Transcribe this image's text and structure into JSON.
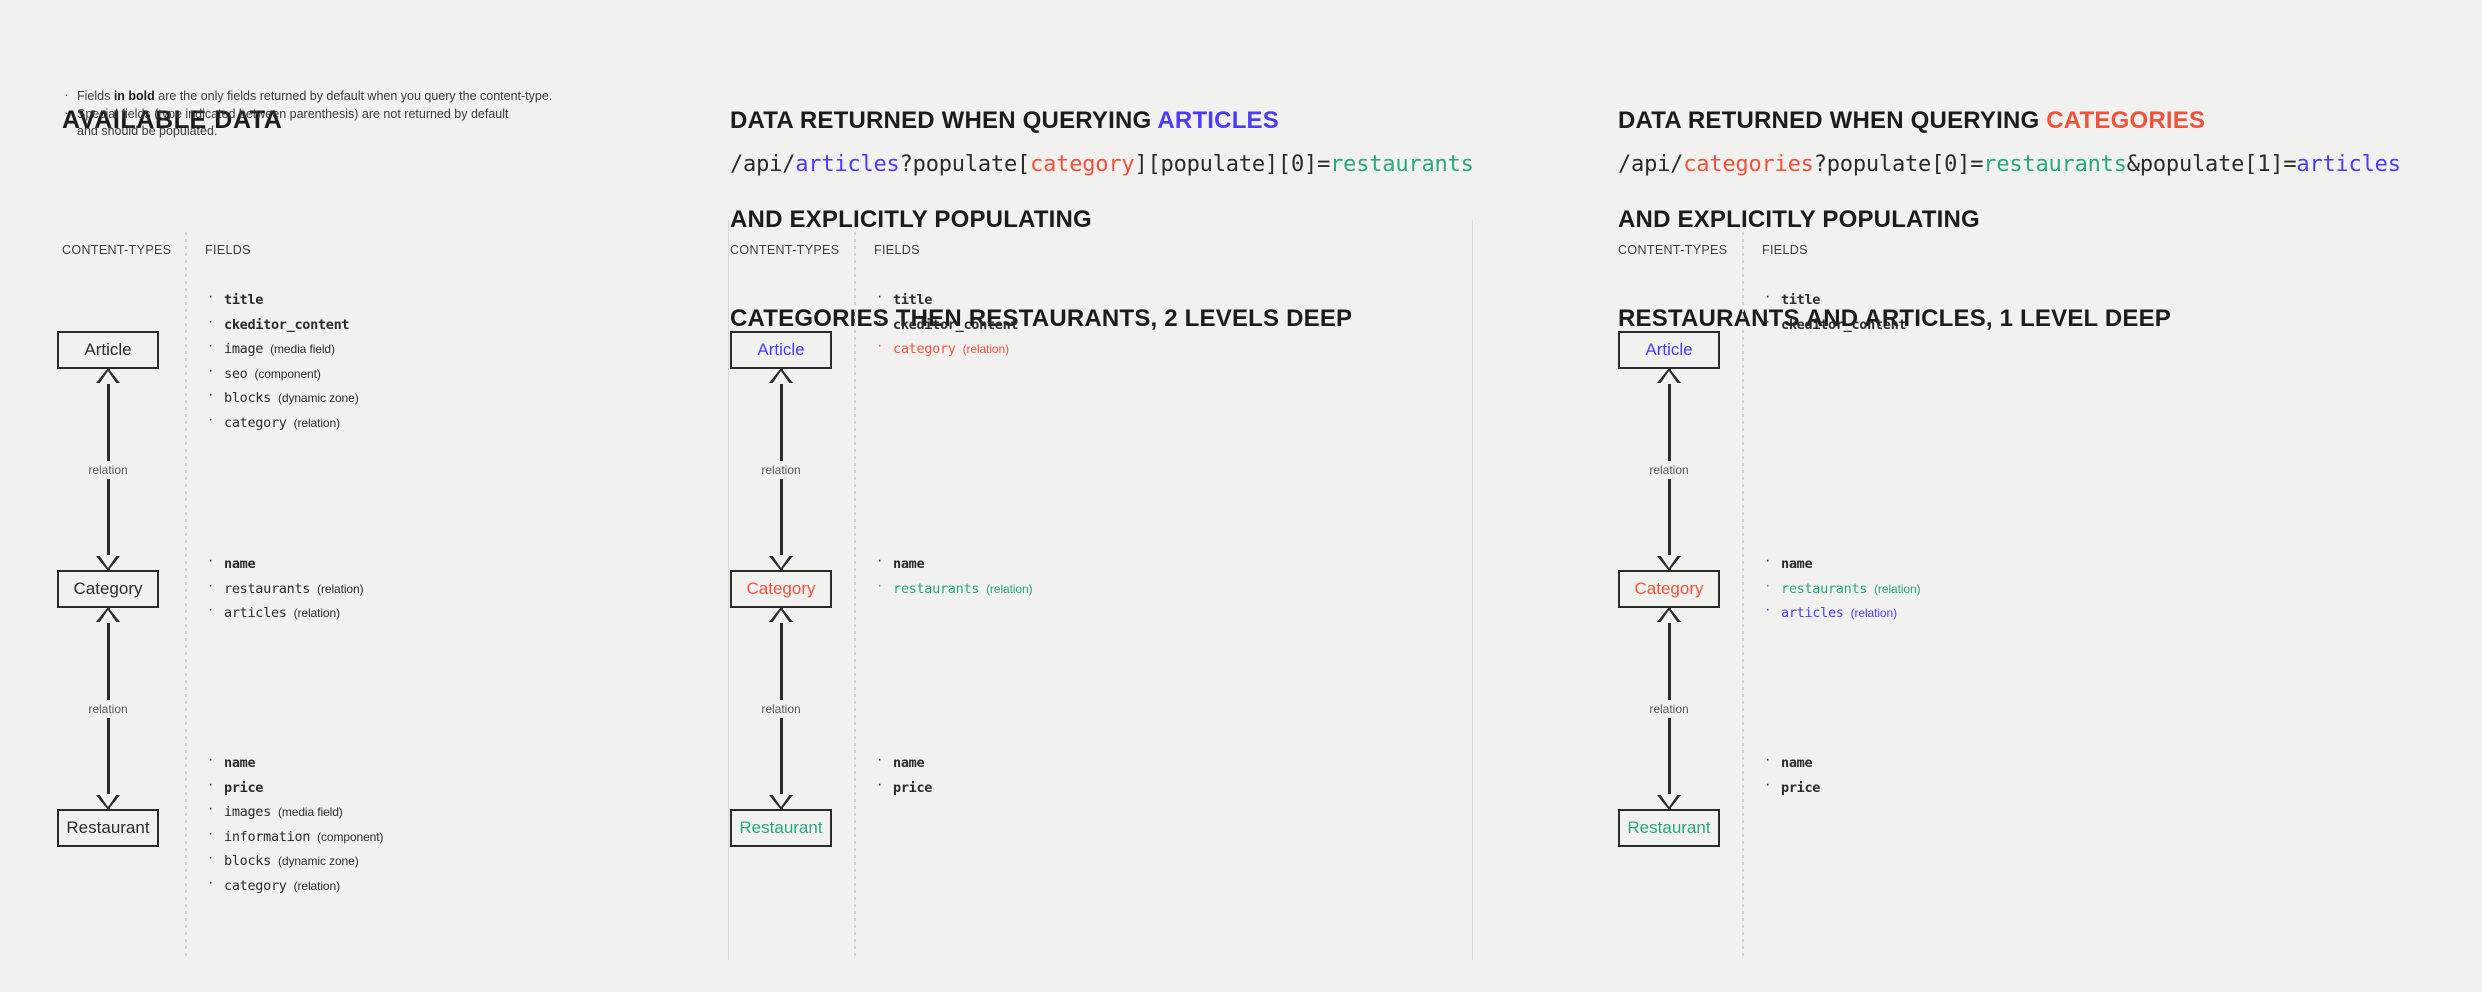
{
  "colors": {
    "background": "#f1f1f0",
    "text": "#2b2b2b",
    "articles_blue": "#4b3bfb",
    "categories_red": "#f4523b",
    "restaurants_teal": "#2aa882"
  },
  "panels": [
    {
      "id": "available",
      "title_lines": [
        {
          "text": "AVAILABLE DATA",
          "color": "default"
        }
      ],
      "notes": [
        {
          "prefix": "Fields ",
          "bold": "in bold",
          "suffix": " are the only fields returned by default when you query the content-type."
        },
        {
          "prefix": "",
          "bold": "",
          "suffix": "Special fields (type indicated between parenthesis) are not returned by default\nand should be populated."
        }
      ],
      "url": null,
      "col_label_content_types": "CONTENT-TYPES",
      "col_label_fields": "FIELDS",
      "entities": [
        {
          "name": "Article",
          "color": "default"
        },
        {
          "name": "Category",
          "color": "default"
        },
        {
          "name": "Restaurant",
          "color": "default"
        }
      ],
      "relations": [
        "relation",
        "relation"
      ],
      "field_groups": [
        [
          {
            "name": "title",
            "type": "",
            "bold": true,
            "color": "default"
          },
          {
            "name": "ckeditor_content",
            "type": "",
            "bold": true,
            "color": "default"
          },
          {
            "name": "image",
            "type": "(media field)",
            "bold": false,
            "color": "default"
          },
          {
            "name": "seo",
            "type": "(component)",
            "bold": false,
            "color": "default"
          },
          {
            "name": "blocks",
            "type": "(dynamic zone)",
            "bold": false,
            "color": "default"
          },
          {
            "name": "category",
            "type": "(relation)",
            "bold": false,
            "color": "default"
          }
        ],
        [
          {
            "name": "name",
            "type": "",
            "bold": true,
            "color": "default"
          },
          {
            "name": "restaurants",
            "type": "(relation)",
            "bold": false,
            "color": "default"
          },
          {
            "name": "articles",
            "type": "(relation)",
            "bold": false,
            "color": "default"
          }
        ],
        [
          {
            "name": "name",
            "type": "",
            "bold": true,
            "color": "default"
          },
          {
            "name": "price",
            "type": "",
            "bold": true,
            "color": "default"
          },
          {
            "name": "images",
            "type": "(media field)",
            "bold": false,
            "color": "default"
          },
          {
            "name": "information",
            "type": "(component)",
            "bold": false,
            "color": "default"
          },
          {
            "name": "blocks",
            "type": "(dynamic zone)",
            "bold": false,
            "color": "default"
          },
          {
            "name": "category",
            "type": "(relation)",
            "bold": false,
            "color": "default"
          }
        ]
      ]
    },
    {
      "id": "articles",
      "title_lines": [
        {
          "text": "DATA RETURNED WHEN QUERYING ",
          "accent": "ARTICLES",
          "accent_color": "blue"
        },
        {
          "text": "AND EXPLICITLY POPULATING",
          "accent": "",
          "accent_color": "default"
        },
        {
          "text": "CATEGORIES THEN RESTAURANTS, 2 LEVELS DEEP",
          "accent": "",
          "accent_color": "default"
        }
      ],
      "url_parts": [
        {
          "text": "/api/",
          "color": "default"
        },
        {
          "text": "articles",
          "color": "blue"
        },
        {
          "text": "?populate[",
          "color": "default"
        },
        {
          "text": "category",
          "color": "red"
        },
        {
          "text": "][populate][0]=",
          "color": "default"
        },
        {
          "text": "restaurants",
          "color": "teal"
        }
      ],
      "col_label_content_types": "CONTENT-TYPES",
      "col_label_fields": "FIELDS",
      "entities": [
        {
          "name": "Article",
          "color": "blue"
        },
        {
          "name": "Category",
          "color": "red"
        },
        {
          "name": "Restaurant",
          "color": "teal"
        }
      ],
      "relations": [
        "relation",
        "relation"
      ],
      "field_groups": [
        [
          {
            "name": "title",
            "type": "",
            "bold": true,
            "color": "default"
          },
          {
            "name": "ckeditor_content",
            "type": "",
            "bold": true,
            "color": "default"
          },
          {
            "name": "category",
            "type": "(relation)",
            "bold": false,
            "color": "red"
          }
        ],
        [
          {
            "name": "name",
            "type": "",
            "bold": true,
            "color": "default"
          },
          {
            "name": "restaurants",
            "type": "(relation)",
            "bold": false,
            "color": "teal"
          }
        ],
        [
          {
            "name": "name",
            "type": "",
            "bold": true,
            "color": "default"
          },
          {
            "name": "price",
            "type": "",
            "bold": true,
            "color": "default"
          }
        ]
      ]
    },
    {
      "id": "categories",
      "title_lines": [
        {
          "text": "DATA RETURNED WHEN QUERYING ",
          "accent": "CATEGORIES",
          "accent_color": "red"
        },
        {
          "text": "AND EXPLICITLY POPULATING",
          "accent": "",
          "accent_color": "default"
        },
        {
          "text": "RESTAURANTS AND ARTICLES, 1 LEVEL DEEP",
          "accent": "",
          "accent_color": "default"
        }
      ],
      "url_parts": [
        {
          "text": "/api/",
          "color": "default"
        },
        {
          "text": "categories",
          "color": "red"
        },
        {
          "text": "?populate[0]=",
          "color": "default"
        },
        {
          "text": "restaurants",
          "color": "teal"
        },
        {
          "text": "&populate[1]=",
          "color": "default"
        },
        {
          "text": "articles",
          "color": "blue"
        }
      ],
      "col_label_content_types": "CONTENT-TYPES",
      "col_label_fields": "FIELDS",
      "entities": [
        {
          "name": "Article",
          "color": "blue"
        },
        {
          "name": "Category",
          "color": "red"
        },
        {
          "name": "Restaurant",
          "color": "teal"
        }
      ],
      "relations": [
        "relation",
        "relation"
      ],
      "field_groups": [
        [
          {
            "name": "title",
            "type": "",
            "bold": true,
            "color": "default"
          },
          {
            "name": "ckeditor_content",
            "type": "",
            "bold": true,
            "color": "default"
          }
        ],
        [
          {
            "name": "name",
            "type": "",
            "bold": true,
            "color": "default"
          },
          {
            "name": "restaurants",
            "type": "(relation)",
            "bold": false,
            "color": "teal"
          },
          {
            "name": "articles",
            "type": "(relation)",
            "bold": false,
            "color": "blue"
          }
        ],
        [
          {
            "name": "name",
            "type": "",
            "bold": true,
            "color": "default"
          },
          {
            "name": "price",
            "type": "",
            "bold": true,
            "color": "default"
          }
        ]
      ]
    }
  ]
}
